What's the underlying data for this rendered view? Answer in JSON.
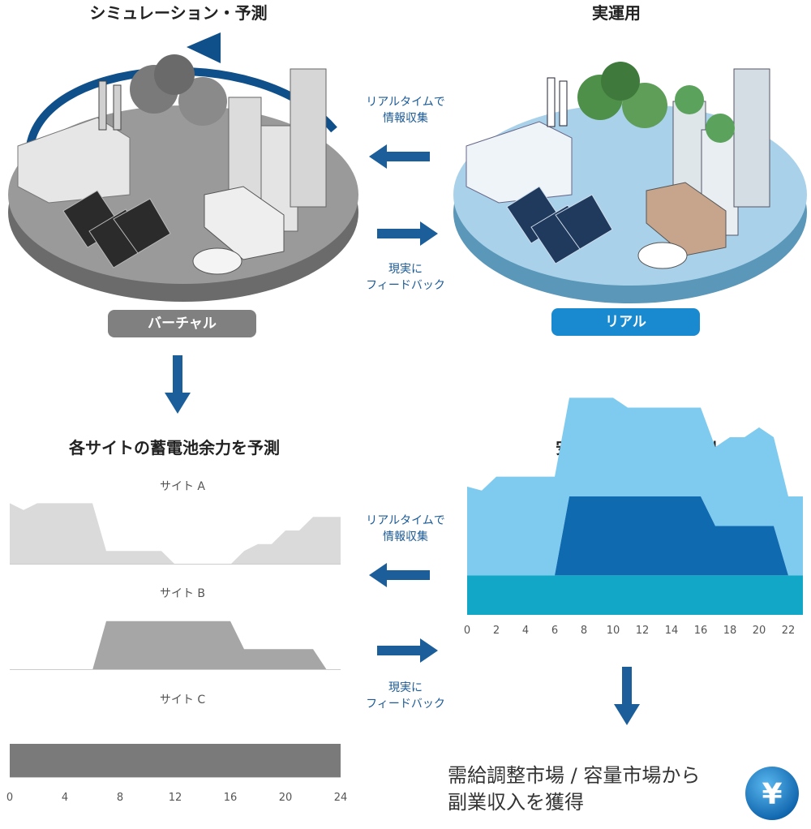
{
  "titles": {
    "simulation": "シミュレーション・予測",
    "operation": "実運用",
    "battery_forecast": "各サイトの蓄電池余力を予測",
    "stable_supply": "安定した調整力の供出"
  },
  "flow": {
    "collect_line1": "リアルタイムで",
    "collect_line2": "情報収集",
    "feedback_line1": "現実に",
    "feedback_line2": "フィードバック"
  },
  "badges": {
    "virtual": "バーチャル",
    "real": "リアル"
  },
  "colors": {
    "virtual_badge": "#808080",
    "real_badge": "#1a8ad0",
    "arrow_blue": "#1b5e9a",
    "chart_light_blue": "#7fcbef",
    "chart_dark_blue": "#0f6ab0",
    "chart_teal": "#13a7c7"
  },
  "revenue": {
    "line1": "需給調整市場 / 容量市場から",
    "line2": "副業収入を獲得",
    "icon": "yen-coin-icon",
    "symbol": "¥"
  },
  "chart_data": [
    {
      "type": "area",
      "title": "サイト A",
      "x": [
        0,
        1,
        2,
        3,
        4,
        5,
        6,
        7,
        8,
        9,
        10,
        11,
        12,
        13,
        14,
        15,
        16,
        17,
        18,
        19,
        20,
        21,
        22,
        23,
        24
      ],
      "values": [
        9,
        8,
        9,
        9,
        9,
        9,
        9,
        2,
        2,
        2,
        2,
        2,
        0,
        0,
        0,
        0,
        0,
        2,
        3,
        3,
        5,
        5,
        7,
        7,
        7
      ],
      "ylim": [
        0,
        10
      ]
    },
    {
      "type": "area",
      "title": "サイト B",
      "x": [
        0,
        6,
        7,
        16,
        17,
        22,
        23,
        24
      ],
      "values": [
        0,
        0,
        7,
        7,
        3,
        3,
        0,
        0
      ],
      "ylim": [
        0,
        10
      ]
    },
    {
      "type": "area",
      "title": "サイト C",
      "x": [
        0,
        24
      ],
      "values": [
        5,
        5
      ],
      "ylim": [
        0,
        10
      ],
      "xticks": [
        "0",
        "4",
        "8",
        "12",
        "16",
        "20",
        "24"
      ]
    },
    {
      "type": "area",
      "stacked": true,
      "x": [
        0,
        1,
        2,
        3,
        4,
        5,
        6,
        7,
        8,
        9,
        10,
        11,
        12,
        13,
        14,
        15,
        16,
        17,
        18,
        19,
        20,
        21,
        22,
        23
      ],
      "series": [
        {
          "values": [
            2,
            2,
            2,
            2,
            2,
            2,
            2,
            2,
            2,
            2,
            2,
            2,
            2,
            2,
            2,
            2,
            2,
            2,
            2,
            2,
            2,
            2,
            2,
            2
          ]
        },
        {
          "values": [
            0,
            0,
            0,
            0,
            0,
            0,
            0,
            4,
            4,
            4,
            4,
            4,
            4,
            4,
            4,
            4,
            4,
            2.5,
            2.5,
            2.5,
            2.5,
            2.5,
            0,
            0
          ]
        },
        {
          "values": [
            4.5,
            4.3,
            5,
            5,
            5,
            5,
            5,
            5,
            5,
            5,
            5,
            4.5,
            4.5,
            4.5,
            4.5,
            4.5,
            4.5,
            4,
            4.5,
            4.5,
            5,
            4.5,
            4,
            4
          ]
        }
      ],
      "ylim": [
        0,
        6
      ],
      "xticks": [
        "0",
        "2",
        "4",
        "6",
        "8",
        "10",
        "12",
        "14",
        "16",
        "18",
        "20",
        "22"
      ]
    }
  ]
}
